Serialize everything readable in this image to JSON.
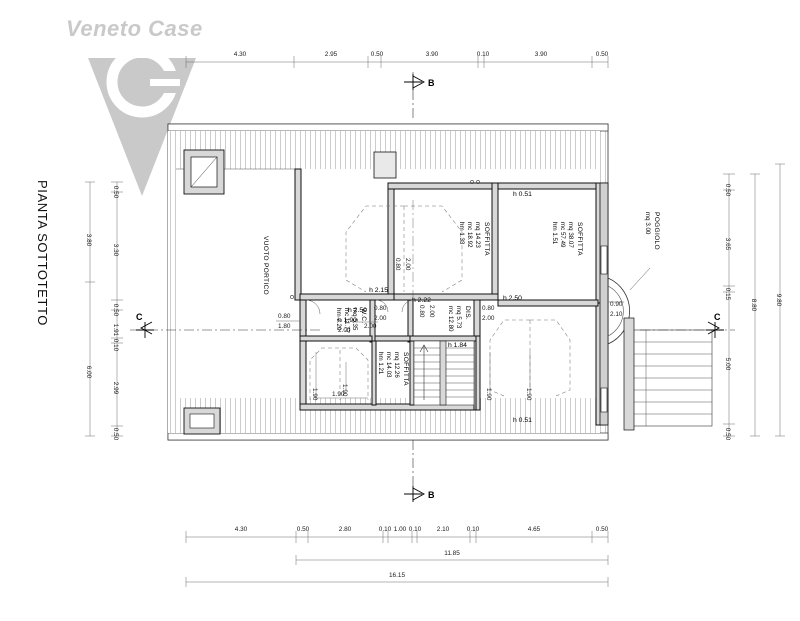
{
  "document": {
    "title": "PIANTA SOTTOTETTO",
    "watermark": "Veneto Case",
    "watermark_color": "#c9c9c9"
  },
  "section_markers": [
    {
      "label": "B",
      "position": "top"
    },
    {
      "label": "B",
      "position": "bottom"
    },
    {
      "label": "C",
      "position": "left"
    },
    {
      "label": "C",
      "position": "right"
    }
  ],
  "rooms": [
    {
      "name": "VUOTO PORTICO",
      "mq": "",
      "mc": "",
      "hm": ""
    },
    {
      "name": "SOFFITTA",
      "mq": "mq 14.23",
      "mc": "mc 18.92",
      "hm": "hm 1.33"
    },
    {
      "name": "SOFFITTA",
      "mq": "mq 38.07",
      "mc": "mc 57.49",
      "hm": "hm 1.51"
    },
    {
      "name": "SOFFITTA",
      "mq": "mq 12.26",
      "mc": "mc 14.03",
      "hm": "hm 1.21"
    },
    {
      "name": "W.C.",
      "mq": "mq 5.35",
      "mc": "mc 11.77",
      "hm": "hm 2.20"
    },
    {
      "name": "DIS.",
      "mq": "mq 5.73",
      "mc": "mc 12.80",
      "hm": ""
    },
    {
      "name": "POGGIOLO",
      "mq": "mq 3.00",
      "mc": "",
      "hm": ""
    }
  ],
  "heights": [
    {
      "label": "h 2.15"
    },
    {
      "label": "h 2.22"
    },
    {
      "label": "h 2.50"
    },
    {
      "label": "h 2.50"
    },
    {
      "label": "h 0.51"
    },
    {
      "label": "h 0.51"
    },
    {
      "label": "h 1.84"
    },
    {
      "label": "h 1.90"
    }
  ],
  "openings": [
    {
      "width": "0.80",
      "height": "1.80"
    },
    {
      "width": "0.80",
      "height": "2.00"
    },
    {
      "width": "0.80",
      "height": "2.00"
    },
    {
      "width": "0.80",
      "height": "2.00"
    },
    {
      "width": "0.80",
      "height": "2.00"
    },
    {
      "width": "0.80",
      "height": "2.00"
    },
    {
      "width": "0.90",
      "height": "2.10"
    }
  ],
  "dimensions": {
    "top": [
      "4.30",
      "2.95",
      "0.50",
      "3.90",
      "0.10",
      "3.90",
      "0.50"
    ],
    "bottom": [
      "4.30",
      "0.50",
      "2.80",
      "0.10",
      "1.00",
      "0.10",
      "2.10",
      "0.10",
      "4.65",
      "0.50"
    ],
    "bottom_totals": [
      "11.85",
      "16.15"
    ],
    "left_inner": [
      "0.50",
      "3.30",
      "0.50",
      "1.91",
      "0.10",
      "2.99",
      "0.50"
    ],
    "left_totals": [
      "3.80",
      "6.00"
    ],
    "right_inner": [
      "0.50",
      "3.65",
      "0.15",
      "5.00",
      "0.50"
    ],
    "right_totals": [
      "8.80",
      "9.80"
    ],
    "interior": [
      "1.90",
      "1.90",
      "1.90",
      "1.90",
      "2.00",
      "2.00",
      "1.90"
    ]
  },
  "chart_data": {
    "type": "table",
    "title": "PIANTA SOTTOTETTO",
    "categories": [
      "SOFFITTA",
      "SOFFITTA",
      "SOFFITTA",
      "W.C.",
      "DIS.",
      "POGGIOLO"
    ],
    "series": [
      {
        "name": "mq (m²)",
        "values": [
          14.23,
          38.07,
          12.26,
          5.35,
          5.73,
          3.0
        ]
      },
      {
        "name": "mc (m³)",
        "values": [
          18.92,
          57.49,
          14.03,
          11.77,
          12.8,
          null
        ]
      },
      {
        "name": "hm (m)",
        "values": [
          1.33,
          1.51,
          1.21,
          2.2,
          null,
          null
        ]
      }
    ],
    "overall_width": 16.15,
    "overall_height": 9.8
  }
}
